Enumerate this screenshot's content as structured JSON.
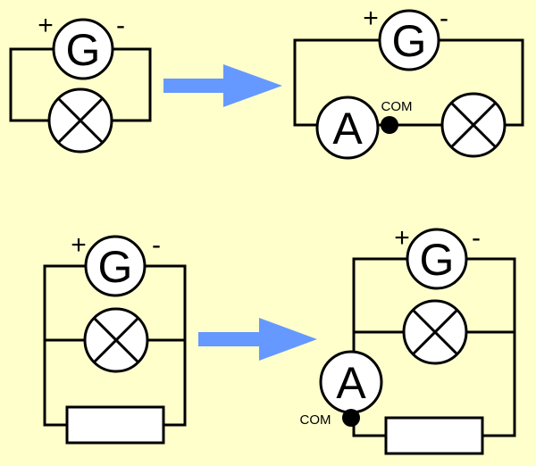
{
  "symbols": {
    "galvanometer": "G",
    "ammeter": "A",
    "plus": "+",
    "minus": "-",
    "com": "COM"
  },
  "colors": {
    "background": "#ffffcc",
    "arrow": "#6699ff",
    "wire": "#000000",
    "component_fill": "#ffffff"
  },
  "icons": {
    "lamp": "lamp-cross-circle",
    "resistor": "resistor-rectangle",
    "terminal": "com-terminal-dot",
    "arrow": "right-arrow"
  }
}
